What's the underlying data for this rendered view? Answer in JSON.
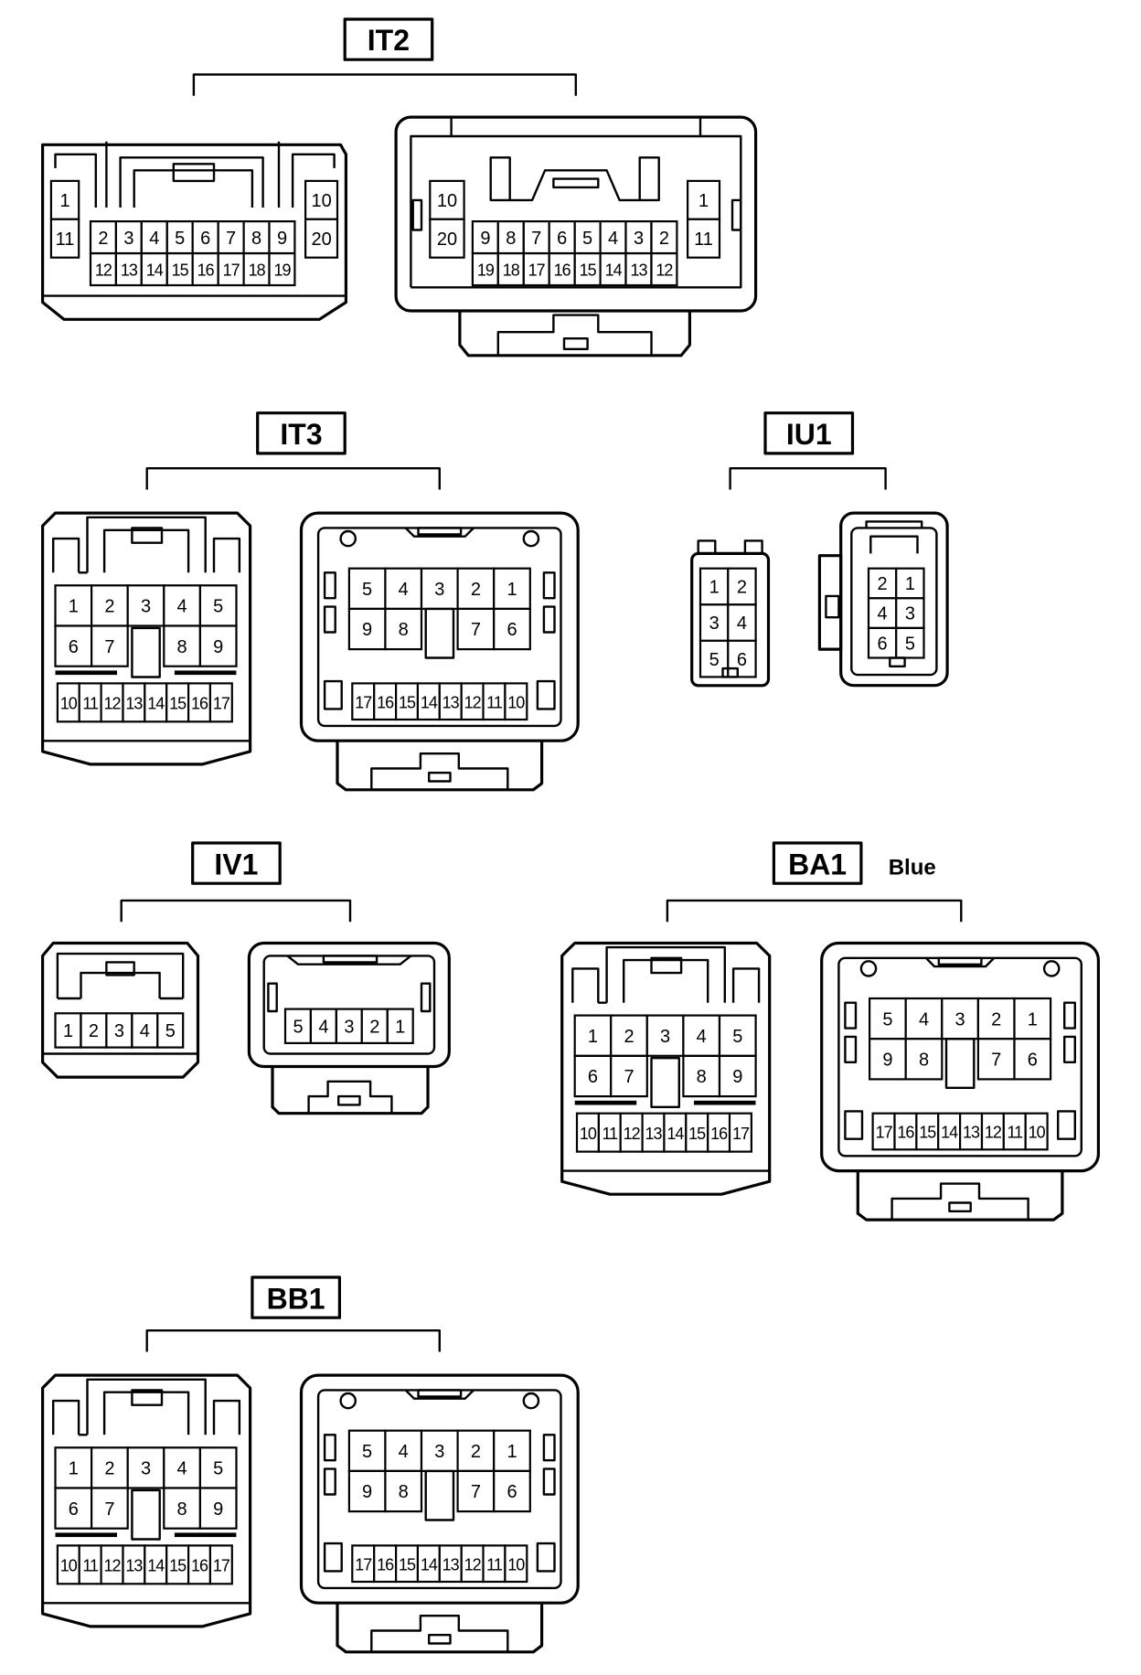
{
  "connectors": [
    {
      "id": "it2",
      "label": "IT2",
      "note": "",
      "female": {
        "left": [
          "1",
          "11"
        ],
        "top": [
          "2",
          "3",
          "4",
          "5",
          "6",
          "7",
          "8",
          "9"
        ],
        "bottom": [
          "12",
          "13",
          "14",
          "15",
          "16",
          "17",
          "18",
          "19"
        ],
        "right": [
          "10",
          "20"
        ]
      },
      "male": {
        "left": [
          "10",
          "20"
        ],
        "top": [
          "9",
          "8",
          "7",
          "6",
          "5",
          "4",
          "3",
          "2"
        ],
        "bottom": [
          "19",
          "18",
          "17",
          "16",
          "15",
          "14",
          "13",
          "12"
        ],
        "right": [
          "1",
          "11"
        ]
      }
    },
    {
      "id": "it3",
      "label": "IT3",
      "note": "",
      "female": {
        "row1": [
          "1",
          "2",
          "3",
          "4",
          "5"
        ],
        "row2": [
          "6",
          "7",
          "",
          "8",
          "9"
        ],
        "row3": [
          "10",
          "11",
          "12",
          "13",
          "14",
          "15",
          "16",
          "17"
        ]
      },
      "male": {
        "row1": [
          "5",
          "4",
          "3",
          "2",
          "1"
        ],
        "row2": [
          "9",
          "8",
          "",
          "7",
          "6"
        ],
        "row3": [
          "17",
          "16",
          "15",
          "14",
          "13",
          "12",
          "11",
          "10"
        ]
      }
    },
    {
      "id": "iu1",
      "label": "IU1",
      "note": "",
      "female": [
        [
          "1",
          "2"
        ],
        [
          "3",
          "4"
        ],
        [
          "5",
          "6"
        ]
      ],
      "male": [
        [
          "2",
          "1"
        ],
        [
          "4",
          "3"
        ],
        [
          "6",
          "5"
        ]
      ]
    },
    {
      "id": "iv1",
      "label": "IV1",
      "note": "",
      "female": [
        "1",
        "2",
        "3",
        "4",
        "5"
      ],
      "male": [
        "5",
        "4",
        "3",
        "2",
        "1"
      ]
    },
    {
      "id": "ba1",
      "label": "BA1",
      "note": "Blue",
      "female": {
        "row1": [
          "1",
          "2",
          "3",
          "4",
          "5"
        ],
        "row2": [
          "6",
          "7",
          "",
          "8",
          "9"
        ],
        "row3": [
          "10",
          "11",
          "12",
          "13",
          "14",
          "15",
          "16",
          "17"
        ]
      },
      "male": {
        "row1": [
          "5",
          "4",
          "3",
          "2",
          "1"
        ],
        "row2": [
          "9",
          "8",
          "",
          "7",
          "6"
        ],
        "row3": [
          "17",
          "16",
          "15",
          "14",
          "13",
          "12",
          "11",
          "10"
        ]
      }
    },
    {
      "id": "bb1",
      "label": "BB1",
      "note": "",
      "female": {
        "row1": [
          "1",
          "2",
          "3",
          "4",
          "5"
        ],
        "row2": [
          "6",
          "7",
          "",
          "8",
          "9"
        ],
        "row3": [
          "10",
          "11",
          "12",
          "13",
          "14",
          "15",
          "16",
          "17"
        ]
      },
      "male": {
        "row1": [
          "5",
          "4",
          "3",
          "2",
          "1"
        ],
        "row2": [
          "9",
          "8",
          "",
          "7",
          "6"
        ],
        "row3": [
          "17",
          "16",
          "15",
          "14",
          "13",
          "12",
          "11",
          "10"
        ]
      }
    }
  ]
}
